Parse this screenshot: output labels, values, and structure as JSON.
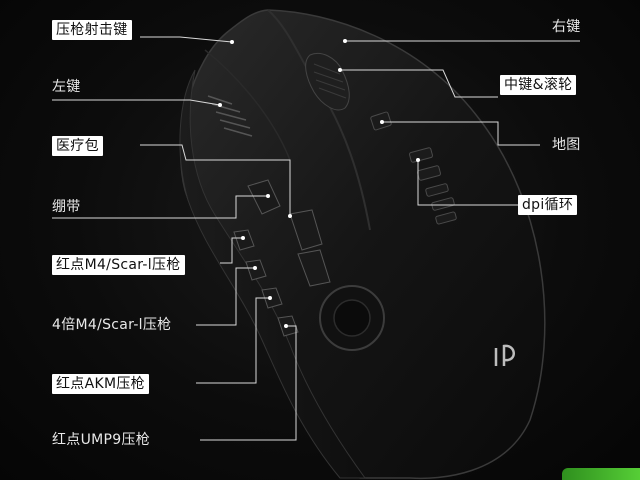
{
  "labels": {
    "press_shoot": "压枪射击键",
    "left_key": "左键",
    "medkit": "医疗包",
    "bandage": "绷带",
    "red_dot_m4": "红点M4/Scar-l压枪",
    "scope4x_m4": "4倍M4/Scar-l压枪",
    "red_dot_akm": "红点AKM压枪",
    "red_dot_ump9": "红点UMP9压枪",
    "right_key": "右键",
    "middle_scroll": "中键&滚轮",
    "map": "地图",
    "dpi_cycle": "dpi循环"
  },
  "colors": {
    "background": "#070707",
    "line": "#d9d9d9",
    "label_box": "#ffffff",
    "accent_green": "#4fc12e"
  },
  "logo_text": "iP"
}
